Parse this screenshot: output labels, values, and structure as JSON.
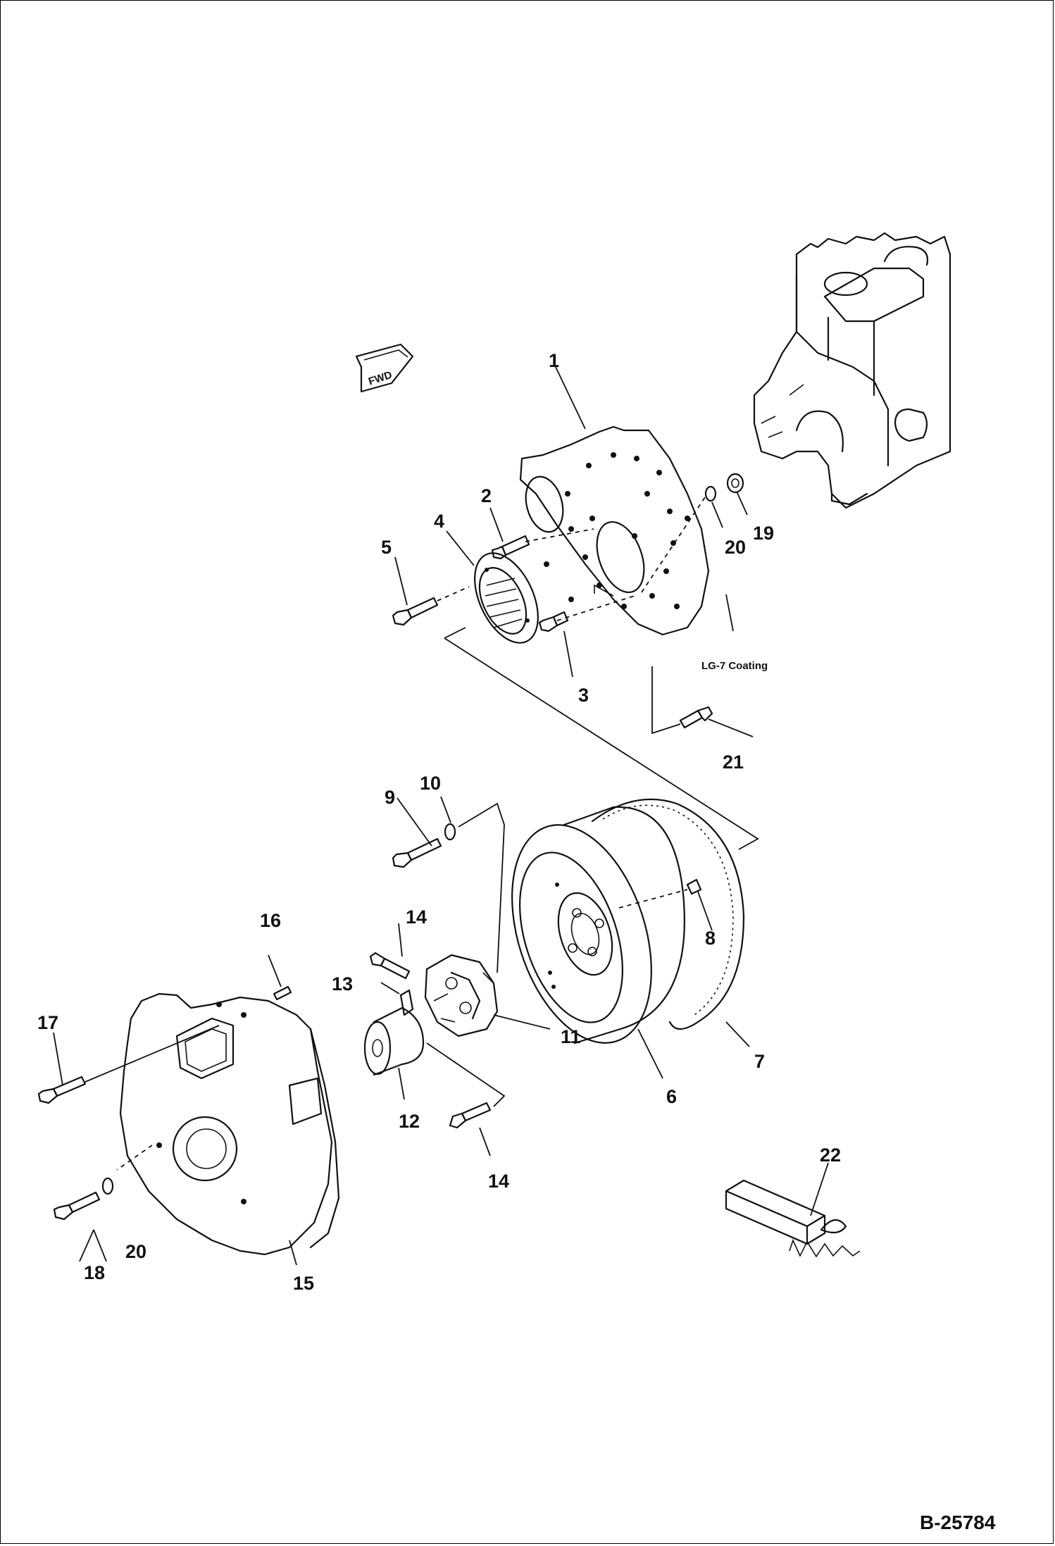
{
  "figure_number": "B-25784",
  "fwd_label": "FWD",
  "coating_note": "LG-7 Coating",
  "callouts": {
    "c1": "1",
    "c2": "2",
    "c3": "3",
    "c4": "4",
    "c5": "5",
    "c6": "6",
    "c7": "7",
    "c8": "8",
    "c9": "9",
    "c10": "10",
    "c11": "11",
    "c12": "12",
    "c13": "13",
    "c14a": "14",
    "c14b": "14",
    "c15": "15",
    "c16": "16",
    "c17": "17",
    "c18": "18",
    "c19": "19",
    "c20a": "20",
    "c20b": "20",
    "c21": "21",
    "c22": "22"
  }
}
